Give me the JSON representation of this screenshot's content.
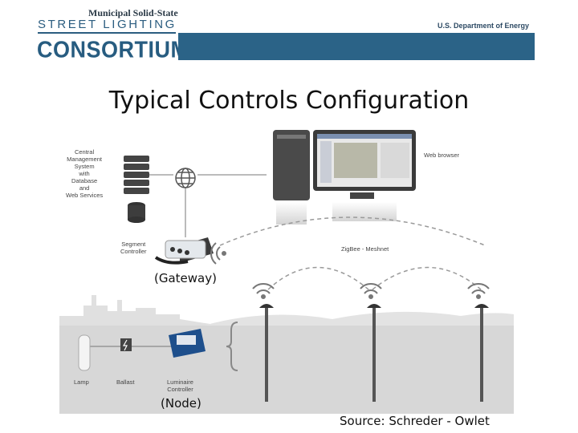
{
  "header": {
    "line1": "Municipal Solid-State",
    "line2": "STREET LIGHTING",
    "line3": "CONSORTIUM",
    "agency": "U.S. Department of Energy",
    "bar_color": "#2b6387"
  },
  "title": "Typical Controls Configuration",
  "diagram": {
    "cms_label": [
      "Central",
      "Management",
      "System",
      "with",
      "Database",
      "and",
      "Web Services"
    ],
    "web_browser": "Web browser",
    "segment_controller": [
      "Segment",
      "Controller"
    ],
    "mesh": "ZigBee - Meshnet",
    "lamp": "Lamp",
    "ballast": "Ballast",
    "luminaire_controller": [
      "Luminaire",
      "Controller"
    ],
    "icons": [
      "server-rack-icon",
      "globe-icon",
      "database-icon",
      "computer-tower-icon",
      "monitor-icon",
      "gateway-device-icon",
      "wireless-icon",
      "lamp-icon",
      "ballast-icon",
      "node-controller-icon",
      "street-light-icon"
    ]
  },
  "captions": {
    "gateway": "(Gateway)",
    "node": "(Node)",
    "source": "Source: Schreder - Owlet"
  }
}
